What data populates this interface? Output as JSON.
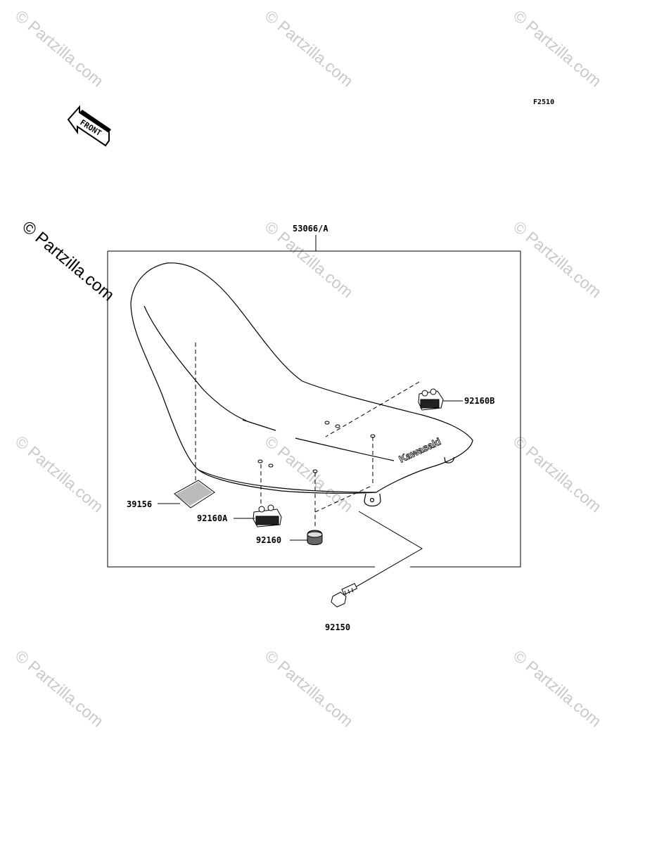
{
  "figure_code": "F2510",
  "front_label": "FRONT",
  "brand_text": "Kawasaki",
  "watermark": "© Partzilla.com",
  "parts": {
    "seat_assy": "53066/A",
    "damper_b": "92160B",
    "label": "39156",
    "damper_a": "92160A",
    "damper": "92160",
    "bolt": "92150"
  }
}
